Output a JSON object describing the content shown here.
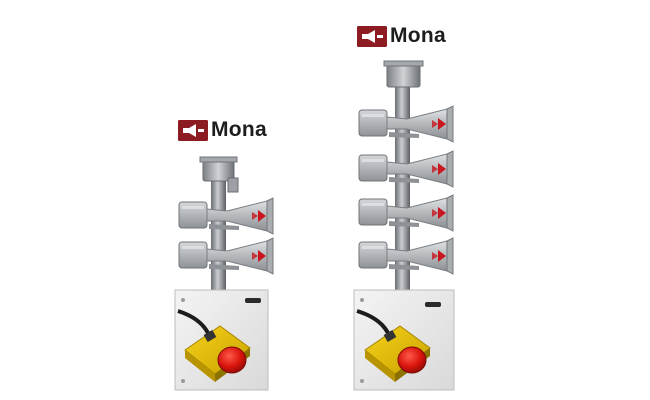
{
  "brand": {
    "name": "Mona",
    "color": "#8d1c22"
  },
  "units": [
    {
      "horns": 2
    },
    {
      "horns": 4
    }
  ],
  "icons": [
    "pole-icon",
    "loudspeaker-horn-icon",
    "control-box-icon",
    "emergency-stop-button-icon"
  ]
}
